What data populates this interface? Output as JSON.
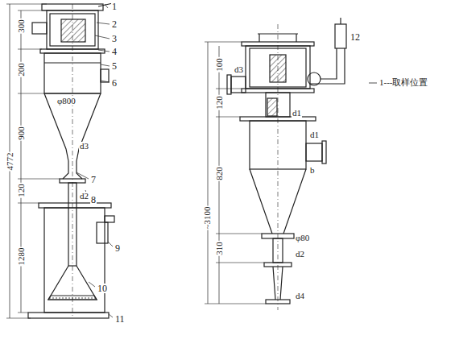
{
  "diagram": {
    "labels": [
      "1",
      "2",
      "3",
      "4",
      "5",
      "6",
      "7",
      "8",
      "9",
      "10",
      "11",
      "4772",
      "300",
      "200",
      "900",
      "120",
      "1280",
      "φ800",
      "d3",
      "d2",
      "12",
      "1---取样位置",
      "100",
      "120",
      "~3100",
      "820",
      "310",
      "d3",
      "d1",
      "d1",
      "b",
      "φ80",
      "d2",
      "d4"
    ]
  }
}
